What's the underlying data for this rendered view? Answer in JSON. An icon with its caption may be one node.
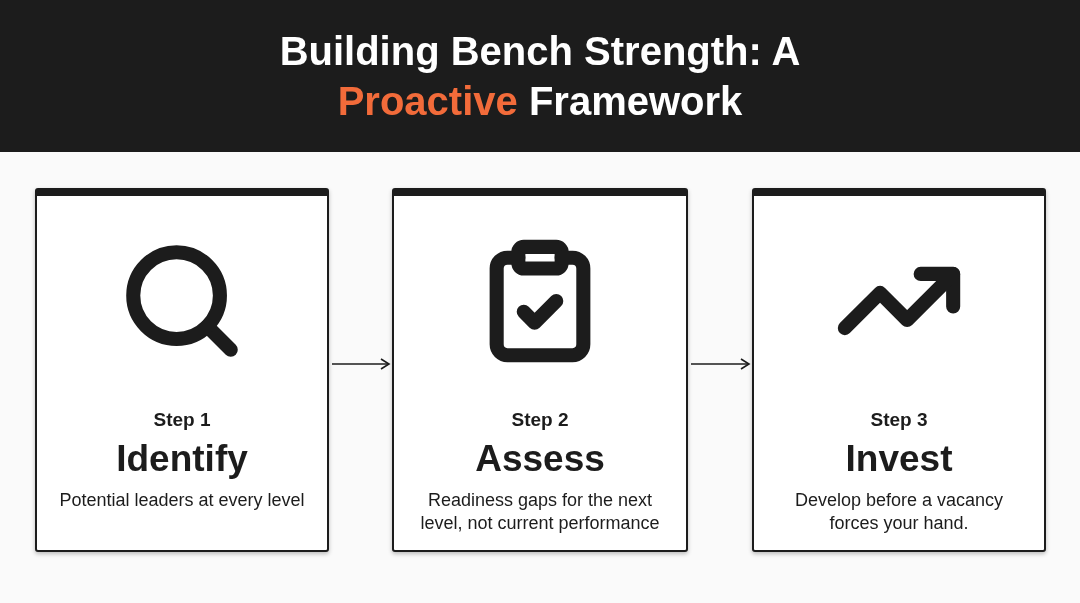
{
  "diagram": {
    "title": "Building Bench Strength: A **Proactive** Framework",
    "nodes": [
      {
        "text": [
          "Step 1",
          "Identify",
          "Potential leaders at every level"
        ]
      },
      {
        "text": [
          "Step 2",
          "Assess",
          "Readiness gaps for the next level, not current performance"
        ]
      },
      {
        "text": [
          "Step 3",
          "Invest",
          "Develop before a vacancy forces your hand."
        ]
      }
    ],
    "edges": [
      {
        "from": 0,
        "to": 1,
        "arrow": "to"
      },
      {
        "from": 1,
        "to": 2,
        "arrow": "to"
      }
    ]
  }
}
